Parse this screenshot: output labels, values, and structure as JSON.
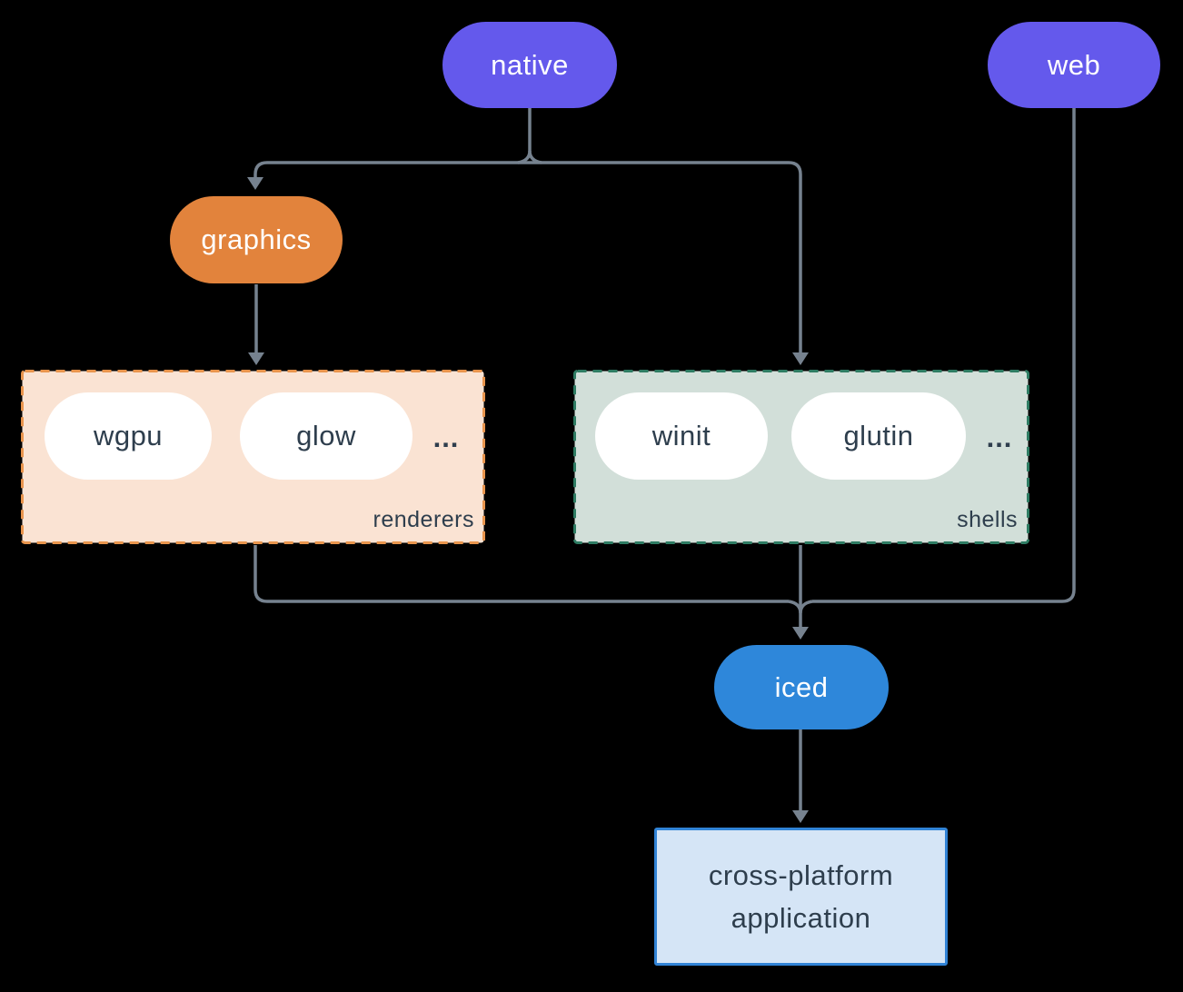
{
  "diagram": {
    "background_color": "#000000",
    "line_color": "#76828F",
    "nodes": {
      "native": {
        "label": "native",
        "color": "#6459EC",
        "text_color": "#FFFFFF"
      },
      "web": {
        "label": "web",
        "color": "#6459EC",
        "text_color": "#FFFFFF"
      },
      "graphics": {
        "label": "graphics",
        "color": "#E2833C",
        "text_color": "#FFFFFF"
      },
      "iced": {
        "label": "iced",
        "color": "#2E87DA",
        "text_color": "#FFFFFF"
      },
      "wgpu": {
        "label": "wgpu",
        "color": "#FFFFFF",
        "text_color": "#2E3E4D"
      },
      "glow": {
        "label": "glow",
        "color": "#FFFFFF",
        "text_color": "#2E3E4D"
      },
      "winit": {
        "label": "winit",
        "color": "#FFFFFF",
        "text_color": "#2E3E4D"
      },
      "glutin": {
        "label": "glutin",
        "color": "#FFFFFF",
        "text_color": "#2E3E4D"
      },
      "app": {
        "label_line1": "cross-platform",
        "label_line2": "application",
        "fill": "#D5E5F6",
        "border": "#3183D6",
        "text_color": "#2E3E4D"
      }
    },
    "groups": {
      "renderers": {
        "label": "renderers",
        "ellipsis": "...",
        "fill": "#FAE3D3",
        "border": "#E9954D"
      },
      "shells": {
        "label": "shells",
        "ellipsis": "...",
        "fill": "#D2DFD9",
        "border": "#2E7C63"
      }
    },
    "edges": [
      "native -> graphics",
      "native -> shells",
      "graphics -> renderers",
      "renderers -> iced",
      "shells -> iced",
      "web -> iced",
      "iced -> cross-platform application"
    ]
  }
}
